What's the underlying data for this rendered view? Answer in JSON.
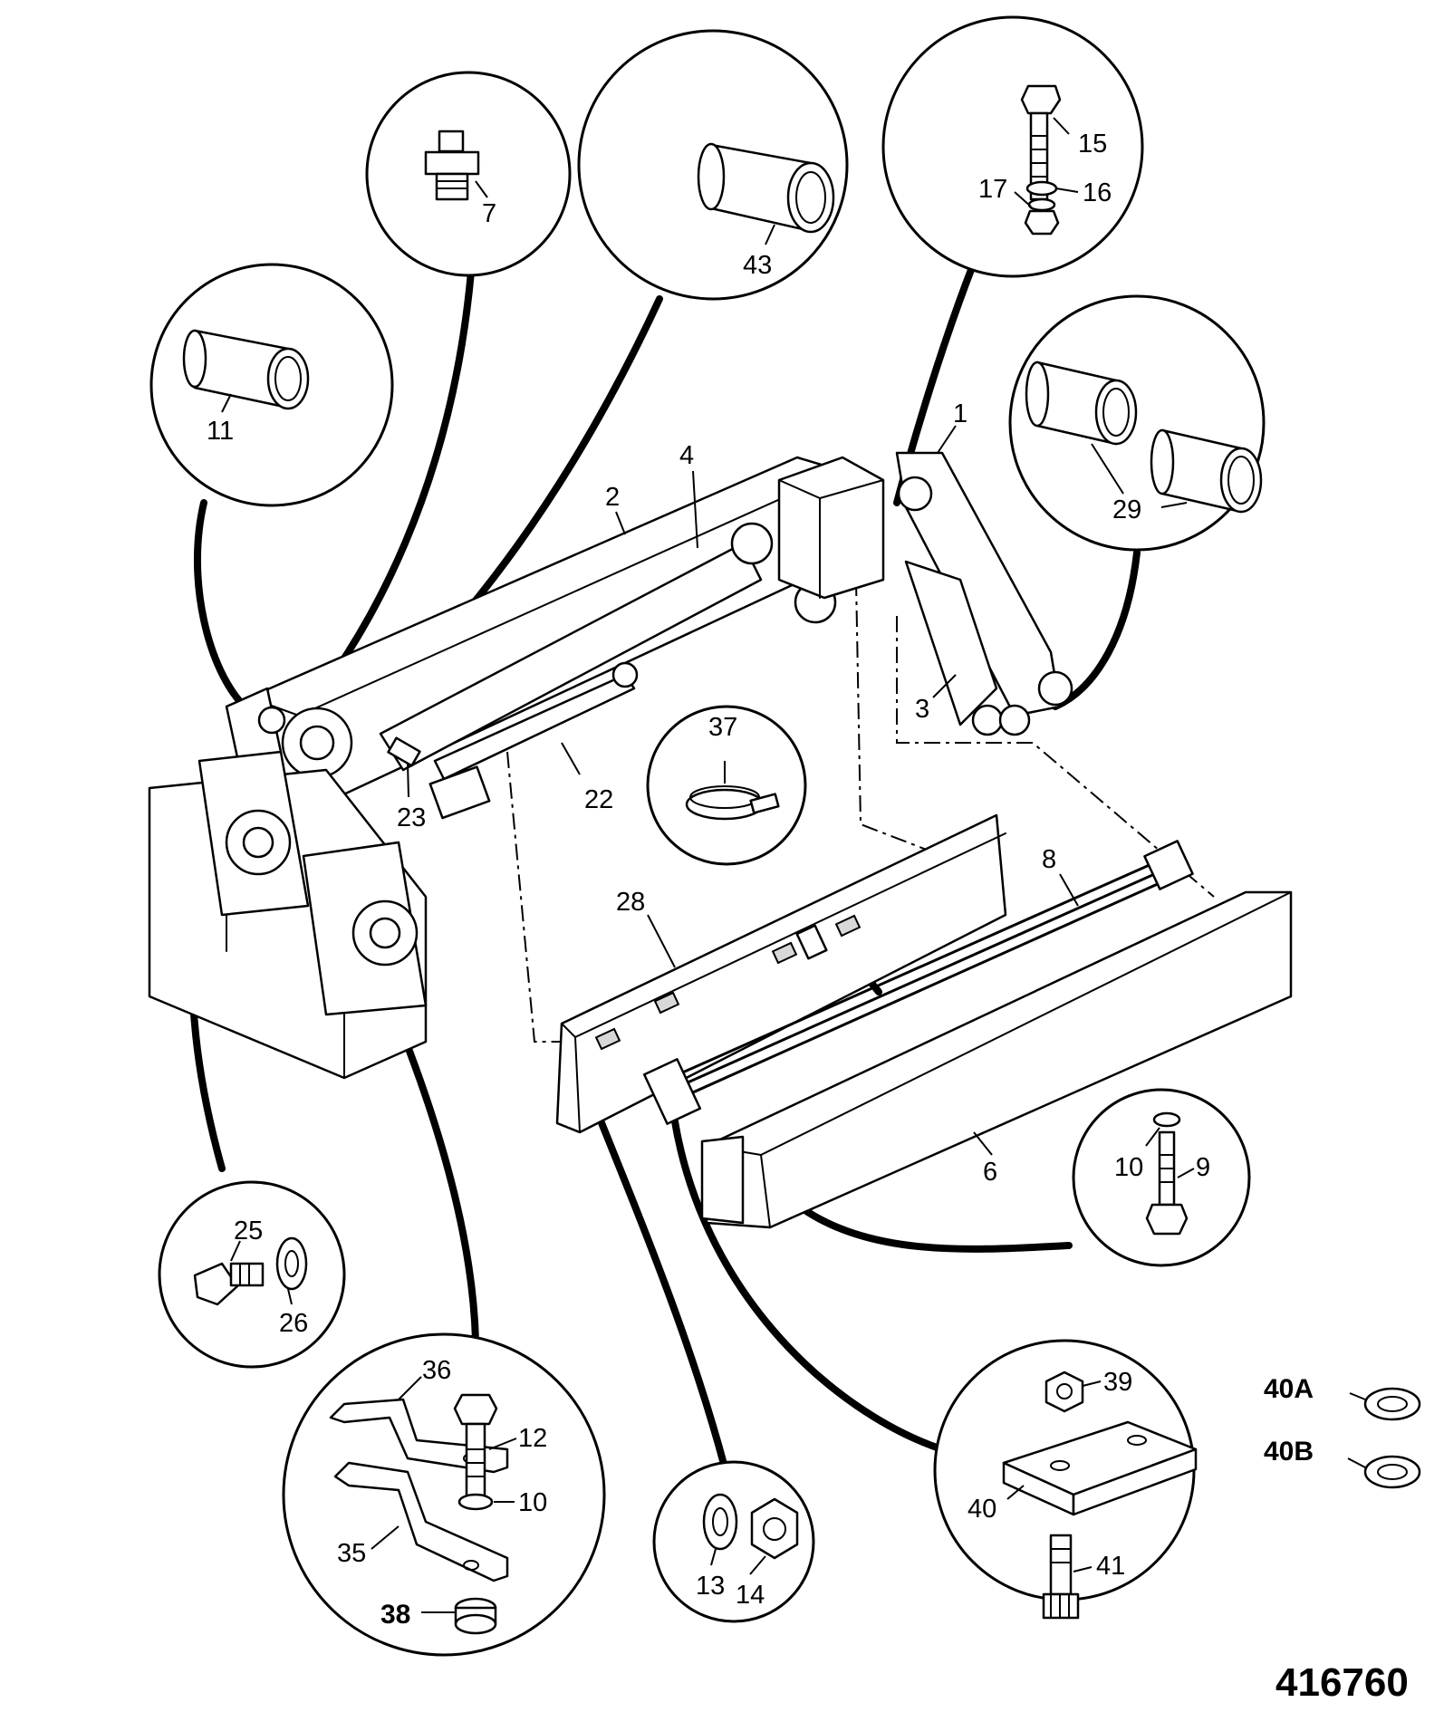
{
  "drawing_number": "416760",
  "callouts": {
    "c1": "1",
    "c2": "2",
    "c3": "3",
    "c4": "4",
    "c6": "6",
    "c7": "7",
    "c8": "8",
    "c9": "9",
    "c10a": "10",
    "c10b": "10",
    "c11": "11",
    "c12": "12",
    "c13": "13",
    "c14": "14",
    "c15": "15",
    "c16": "16",
    "c17": "17",
    "c22": "22",
    "c23": "23",
    "c25": "25",
    "c26": "26",
    "c28": "28",
    "c29": "29",
    "c35": "35",
    "c36": "36",
    "c37": "37",
    "c38": "38",
    "c39": "39",
    "c40": "40",
    "c40a": "40A",
    "c40b": "40B",
    "c41": "41",
    "c43": "43"
  }
}
